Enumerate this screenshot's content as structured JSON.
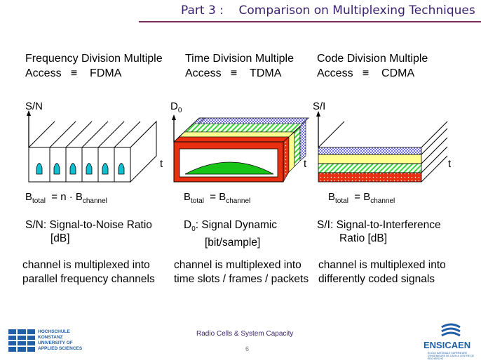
{
  "header": {
    "title": "Part 3 :    Comparison on Multiplexing Techniques"
  },
  "columns": [
    {
      "heading_line1": "Frequency Division Multiple",
      "heading_access": "Access",
      "heading_symbol": "≡",
      "heading_abbr": "FDMA",
      "y_axis": "S/N",
      "t_axis": "t",
      "eq_b": "B",
      "eq_total": "total",
      "eq_rest": "=  n · B",
      "eq_channel": "channel",
      "def_line1": "S/N: Signal-to-Noise Ratio",
      "def_line2": "[dB]",
      "desc": "channel is multiplexed into parallel frequency channels"
    },
    {
      "heading_line1": "Time Division Multiple",
      "heading_access": "Access",
      "heading_symbol": "≡",
      "heading_abbr": "TDMA",
      "y_axis_main": "D",
      "y_axis_sub": "0",
      "t_axis": "t",
      "eq_b": "B",
      "eq_total": "total",
      "eq_rest": "=  B",
      "eq_channel": "channel",
      "def_main": "D",
      "def_sub": "0",
      "def_line1": ": Signal Dynamic",
      "def_line2": "[bit/sample]",
      "desc": "channel is multiplexed into time slots / frames / packets"
    },
    {
      "heading_line1": "Code Division Multiple",
      "heading_access": "Access",
      "heading_symbol": "≡",
      "heading_abbr": "CDMA",
      "y_axis": "S/I",
      "t_axis": "t",
      "eq_b": "B",
      "eq_total": "total",
      "eq_rest": "=  B",
      "eq_channel": "channel",
      "def_line1": "S/I: Signal-to-Interference",
      "def_line2": "Ratio [dB]",
      "desc": "channel is multiplexed into differently coded signals"
    }
  ],
  "footer": {
    "center": "Radio Cells & System Capacity",
    "page": "6",
    "left_logo_lines": [
      "HOCHSCHULE",
      "KONSTANZ",
      "UNIVERSITY OF",
      "APPLIED SCIENCES"
    ],
    "right_logo": "ENSICAEN",
    "right_logo_sub": "ÉCOLE NATIONALE SUPÉRIEURE D'INGÉNIEURS DE CAEN & CENTRE DE RECHERCHE"
  },
  "colors": {
    "title": "#3a1f6e",
    "rule": "#7b2b5e",
    "green": "#18c418",
    "cyan": "#10c0d0",
    "red": "#e83010",
    "yellow": "#ffff90",
    "blue_check": "#7070e0",
    "logo_blue": "#1f5fa8"
  }
}
